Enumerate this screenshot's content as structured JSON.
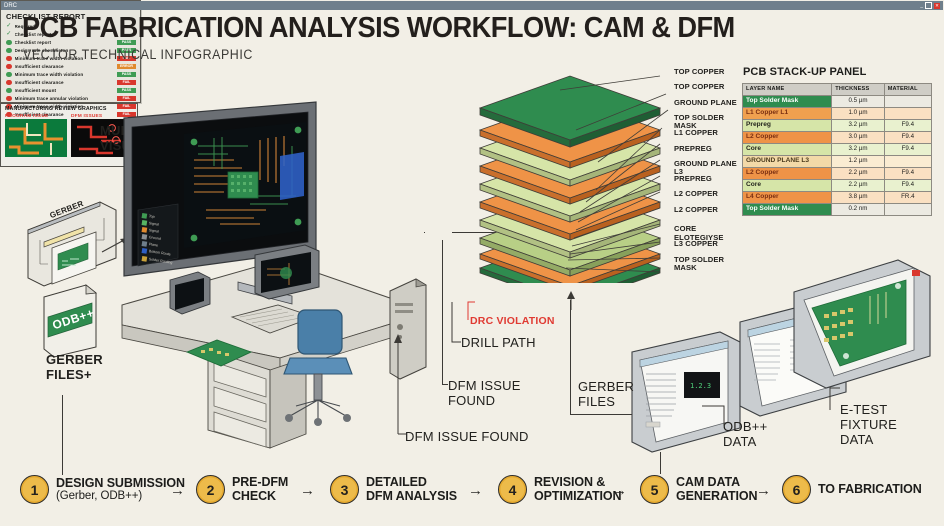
{
  "header": {
    "title": "PCB FABRICATION ANALYSIS WORKFLOW: CAM & DFM",
    "subtitle": "VECTOR TECHNICAL INFOGRAPHIC"
  },
  "colors": {
    "background": "#f2efe6",
    "accent_gold": "#edbb4a",
    "solder_mask_green": "#2f8c4f",
    "copper_orange": "#ef8f3c",
    "prepreg_light": "#cfe0a0",
    "core_green": "#9dc27a",
    "alert_red": "#e03a32",
    "ok_green": "#3f9c54",
    "ink": "#22211e"
  },
  "left_section": {
    "multistation_label": "MULTISTATION\nVISUAL",
    "gerber_tag": "GERBER",
    "odb_tag": "ODB++",
    "files_label": "GERBER\nFILES+",
    "screen_legend": [
      {
        "label": "Top",
        "color": "#3f9c54"
      },
      {
        "label": "Signal",
        "color": "#57b463"
      },
      {
        "label": "Signal",
        "color": "#e08a2e"
      },
      {
        "label": "Ground",
        "color": "#8b8f93"
      },
      {
        "label": "Plane",
        "color": "#6f7f8c"
      },
      {
        "label": "Bottom Route",
        "color": "#2f5fc4"
      },
      {
        "label": "Solder Routing",
        "color": "#caa23a"
      }
    ]
  },
  "drc_window": {
    "window_title": "DRC",
    "report_title": "CHECKLIST REPORT",
    "window_buttons": [
      "_",
      "□",
      "✕"
    ],
    "items": [
      {
        "status": "ok",
        "text": "Required",
        "badge": ""
      },
      {
        "status": "ok",
        "text": "Checklist report",
        "badge": ""
      },
      {
        "status": "pass",
        "text": "Checklist report",
        "badge": "PASS"
      },
      {
        "status": "pass",
        "text": "Design rule checkliston",
        "badge": "PASS"
      },
      {
        "status": "fail",
        "text": "Minimum trace width violation",
        "badge": "FAIL"
      },
      {
        "status": "fail",
        "text": "Insufficient clearance",
        "badge": "ERROR"
      },
      {
        "status": "pass",
        "text": "Minimum trace width violation",
        "badge": "PASS"
      },
      {
        "status": "fail",
        "text": "Insufficient clearance",
        "badge": "FAIL"
      },
      {
        "status": "pass",
        "text": "Insufficient mount",
        "badge": "PASS"
      },
      {
        "status": "fail",
        "text": "Minimum trace annular violation",
        "badge": "FAIL"
      },
      {
        "status": "fail",
        "text": "Minimum trace width violation",
        "badge": "FAIL"
      },
      {
        "status": "fail",
        "text": "Insufficient clearance",
        "badge": "FAIL"
      }
    ]
  },
  "mfg_window": {
    "title": "MANUFACTURING REVIEW GRAPHICS",
    "left_caption": "PROGRAM ISSUE",
    "right_caption": "DFM ISSUES"
  },
  "stack_callouts": [
    "TOP COPPER",
    "TOP COPPER",
    "GROUND PLANE",
    "TOP SOLDER MASK",
    "L1 COPPER",
    "PREPREG",
    "GROUND PLANE L3",
    "PREPREG",
    "L2 COPPER",
    "L2 COPPER",
    "CORE\nELOTEGIYSE",
    "L3 COPPER",
    "TOP SOLDER MASK"
  ],
  "stackup_panel": {
    "title": "PCB STACK-UP PANEL",
    "columns": [
      "LAYER NAME",
      "THICKNESS",
      "MATERIAL"
    ],
    "rows": [
      {
        "name": "Top Solder Mask",
        "thickness": "0.5 µm",
        "material": "",
        "color": "#2f8c4f",
        "text": "#ffffff"
      },
      {
        "name": "L1 Copper L1",
        "thickness": "1.0 µm",
        "material": "",
        "color": "#f0a04f",
        "text": "#7a2f12"
      },
      {
        "name": "Prepreg",
        "thickness": "3.2 µm",
        "material": "F9.4",
        "color": "#d6e5a8",
        "text": "#24251d"
      },
      {
        "name": "L2 Copper",
        "thickness": "3.0 µm",
        "material": "F9.4",
        "color": "#ef9347",
        "text": "#7a2f12"
      },
      {
        "name": "Core",
        "thickness": "3.2 µm",
        "material": "F9.4",
        "color": "#d6e5a8",
        "text": "#24251d"
      },
      {
        "name": "GROUND PLANE L3",
        "thickness": "1.2 µm",
        "material": "",
        "color": "#f3d9a8",
        "text": "#4a3a1c"
      },
      {
        "name": "L2 Copper",
        "thickness": "2.2 µm",
        "material": "F9.4",
        "color": "#ef9347",
        "text": "#7a2f12"
      },
      {
        "name": "Core",
        "thickness": "2.2 µm",
        "material": "F9.4",
        "color": "#d6e5a8",
        "text": "#24251d"
      },
      {
        "name": "L4 Copper",
        "thickness": "3.8 µm",
        "material": "FR.4",
        "color": "#ef9347",
        "text": "#7a2f12"
      },
      {
        "name": "Top Solder Mask",
        "thickness": "0.2 nm",
        "material": "",
        "color": "#2f8c4f",
        "text": "#ffffff"
      }
    ]
  },
  "annotations": {
    "drc_violation": "DRC VIOLATION",
    "drill_path": "DRILL PATH",
    "dfm_issue_found_upper": "DFM ISSUE\nFOUND",
    "dfm_issue_found_lower": "DFM ISSUE FOUND",
    "gerber_files": "GERBER\nFILES",
    "odb_data": "ODB++\nDATA",
    "etest_fixture": "E-TEST FIXTURE\nDATA"
  },
  "steps": [
    {
      "num": "1",
      "line1": "DESIGN SUBMISSION",
      "line2": "(Gerber, ODB++)",
      "sub": true
    },
    {
      "num": "2",
      "line1": "PRE-DFM",
      "line2": "CHECK",
      "sub": false
    },
    {
      "num": "3",
      "line1": "DETAILED",
      "line2": "DFM ANALYSIS",
      "sub": false
    },
    {
      "num": "4",
      "line1": "REVISION &",
      "line2": "OPTIMIZATION",
      "sub": false
    },
    {
      "num": "5",
      "line1": "CAM DATA",
      "line2": "GENERATION",
      "sub": false
    },
    {
      "num": "6",
      "line1": "TO FABRICATION",
      "line2": "",
      "sub": false
    }
  ],
  "step_arrow": "→"
}
